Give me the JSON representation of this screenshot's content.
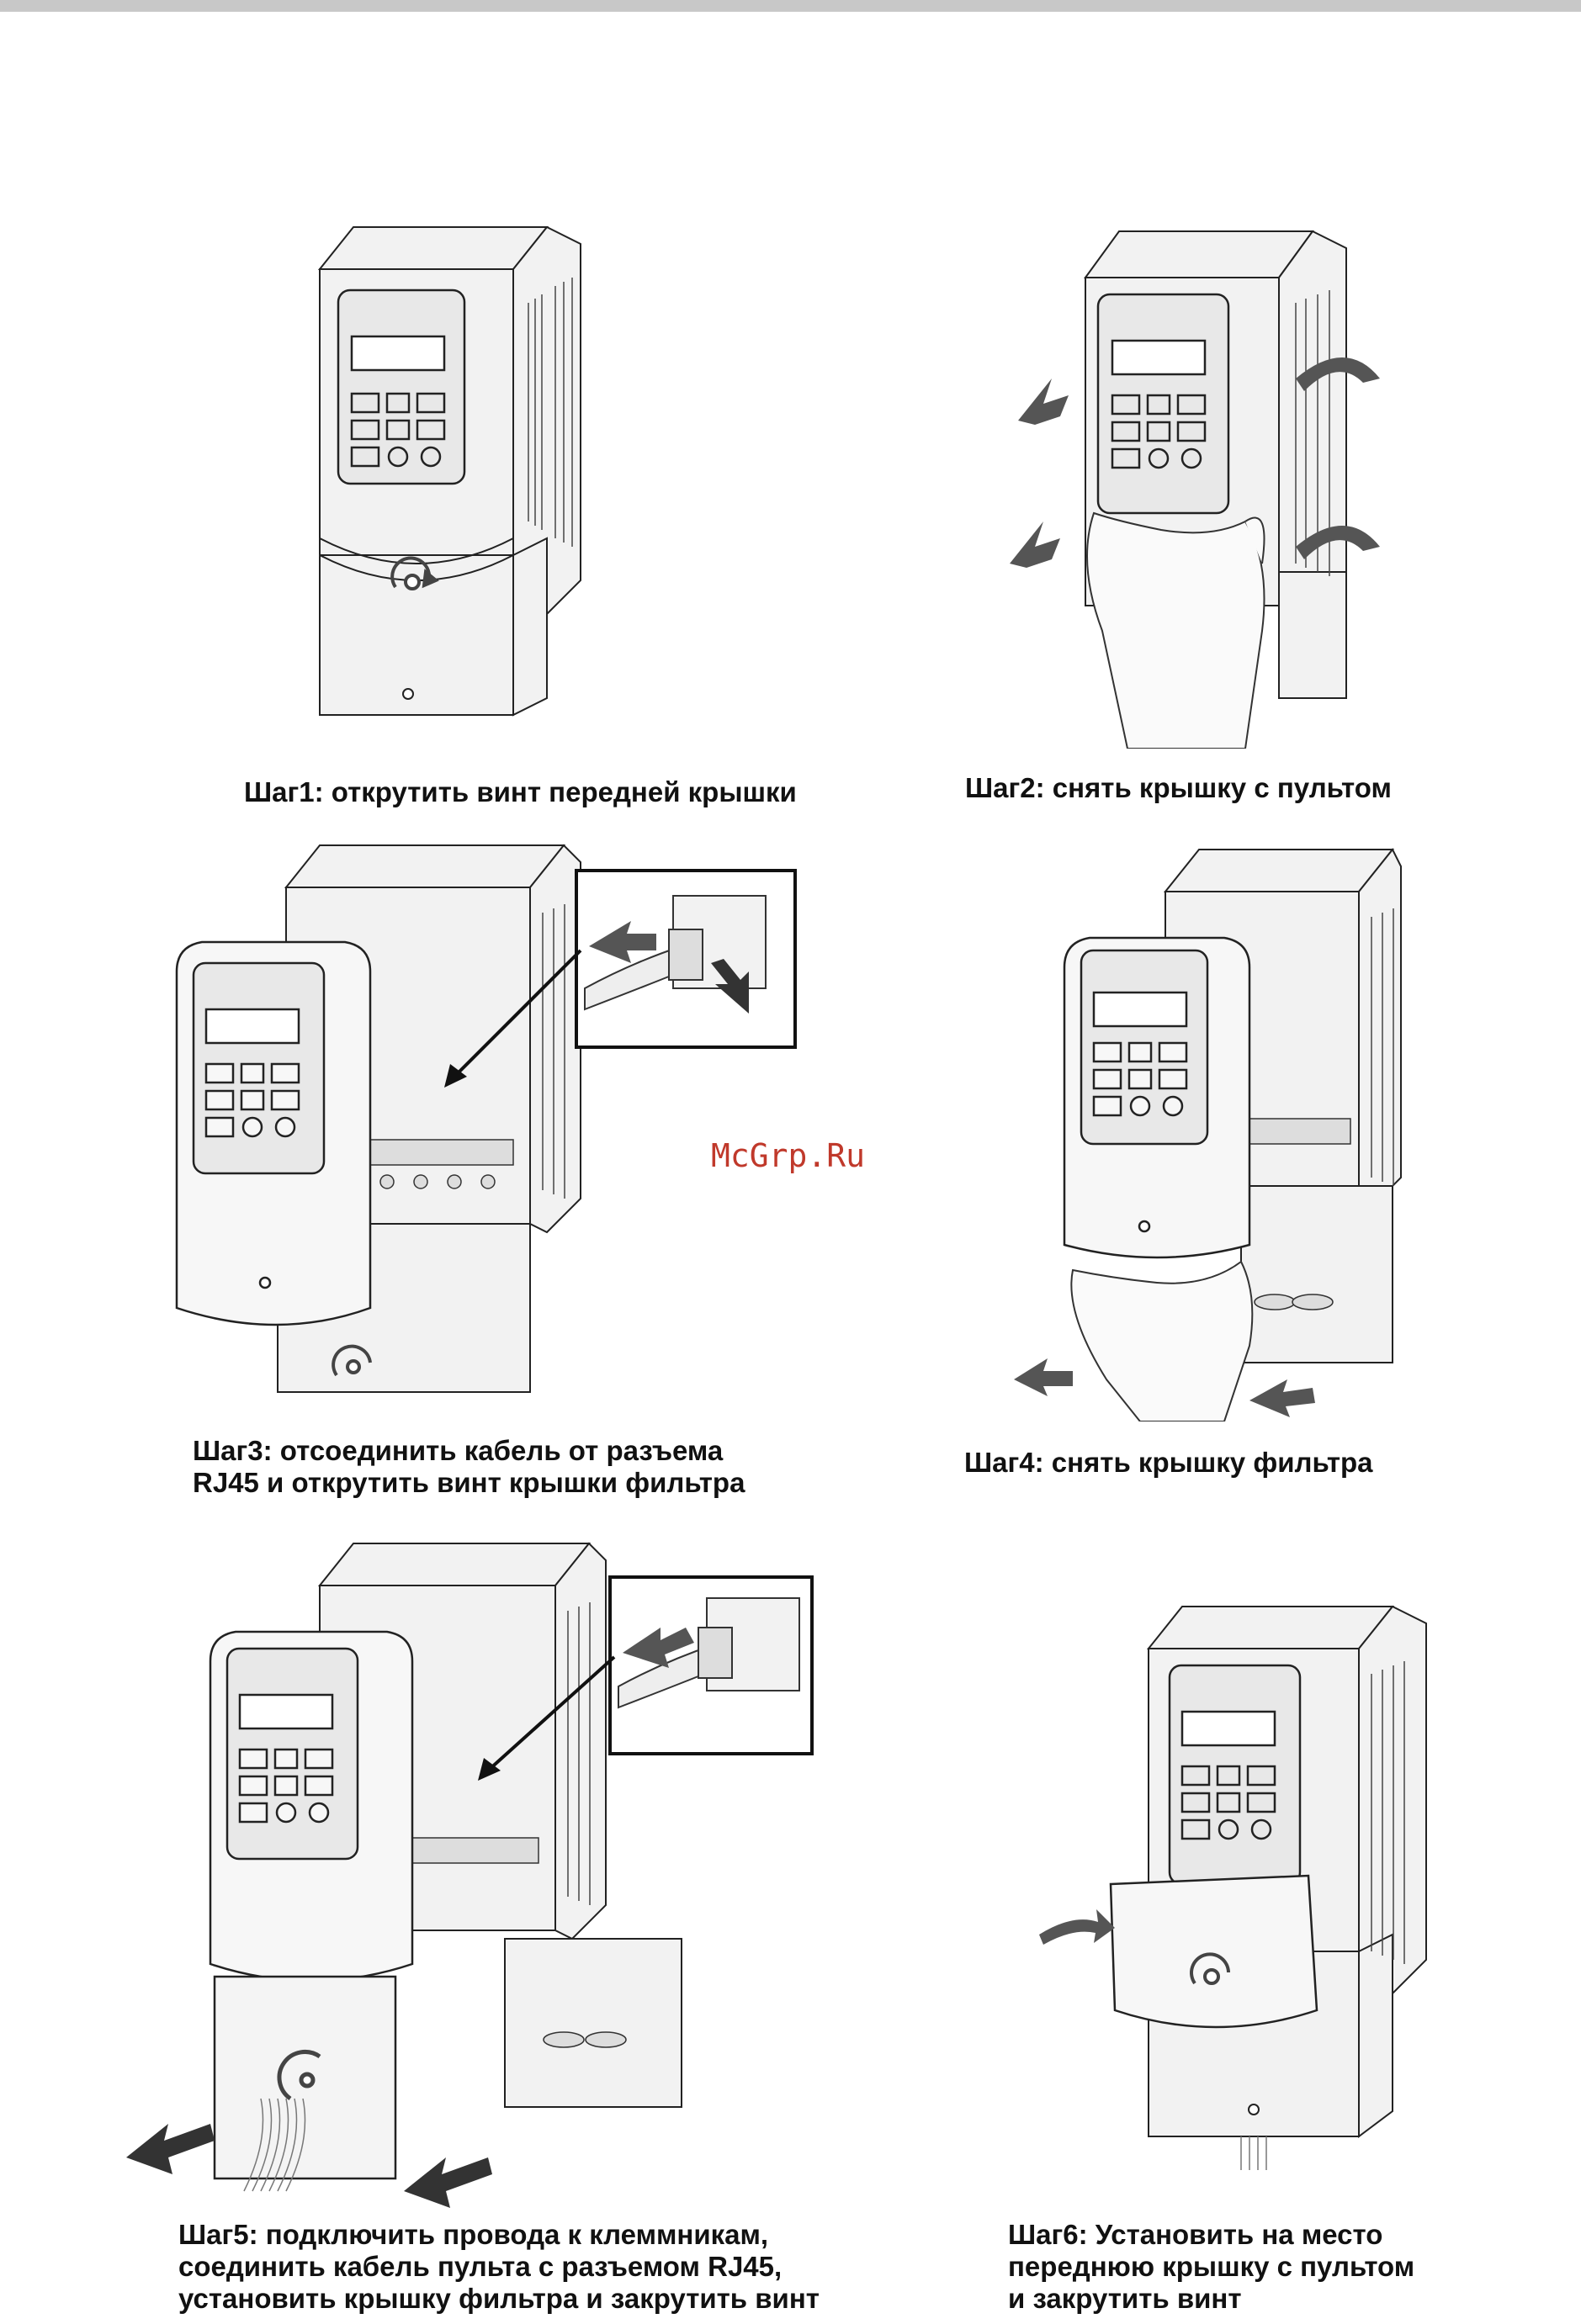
{
  "watermark": "McGrp.Ru",
  "steps": [
    {
      "caption": "Шаг1: открутить винт передней крышки"
    },
    {
      "caption": "Шаг2: снять крышку с пультом"
    },
    {
      "caption_lines": [
        "Шаг3: отсоединить кабель от разъема",
        "RJ45 и открутить винт крышки фильтра"
      ]
    },
    {
      "caption": "Шаг4: снять крышку фильтра"
    },
    {
      "caption_lines": [
        "Шаг5: подключить провода к клеммникам,",
        "соединить кабель пульта с разъемом RJ45,",
        "установить крышку фильтра и закрутить винт"
      ]
    },
    {
      "caption_lines": [
        "Шаг6: Установить на место",
        "переднюю крышку с пультом",
        "и закрутить винт"
      ]
    }
  ],
  "colors": {
    "line": "#222222",
    "fill": "#f2f2f2",
    "shade": "#d9d9d9",
    "arrow": "#555555",
    "watermark": "#c0392b"
  }
}
